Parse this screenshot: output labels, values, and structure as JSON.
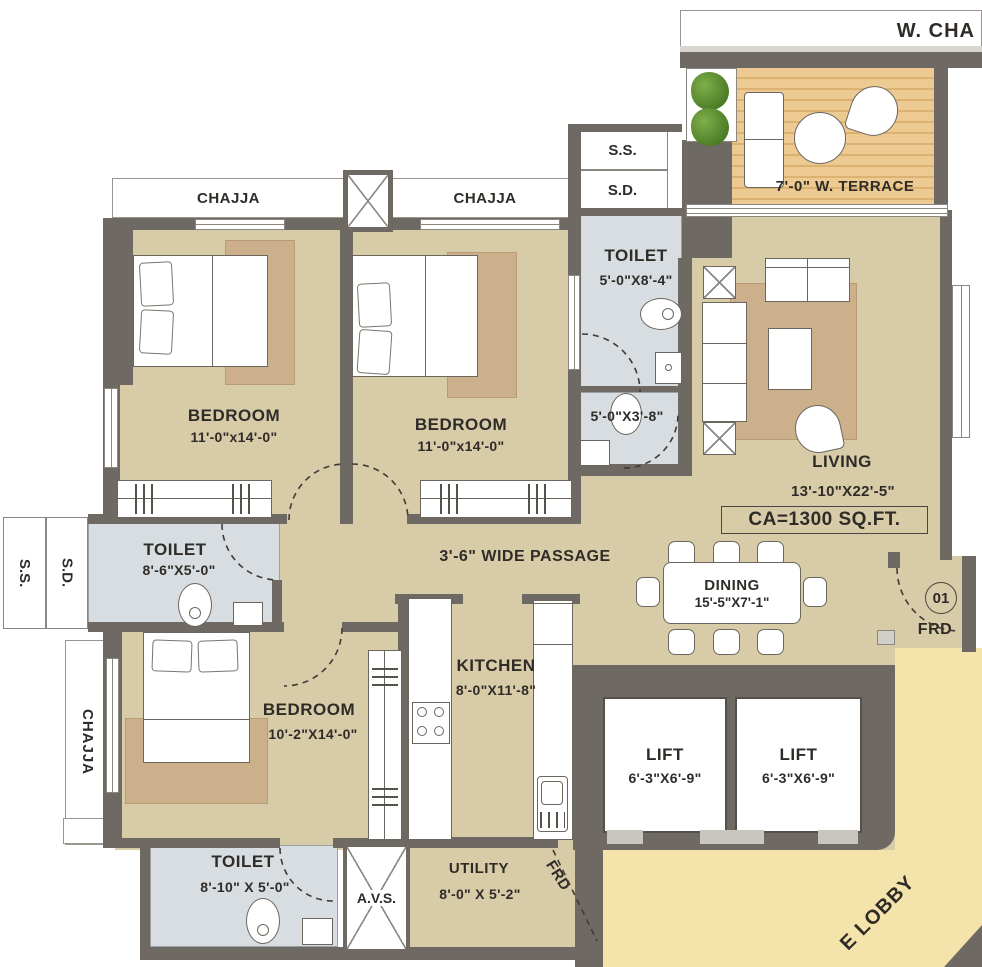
{
  "labels": {
    "w_chajja": "W. CHA",
    "chajja_band_left": "CHAJJA",
    "chajja_band_right": "CHAJJA",
    "chajja_side": "CHAJJA",
    "terrace": "7'-0\" W. TERRACE",
    "ss_top": "S.S.",
    "sd_top": "S.D.",
    "sd_left": "S.D.",
    "ss_left": "S.S.",
    "passage": "3'-6\" WIDE PASSAGE",
    "area_box": "CA=1300 SQ.FT.",
    "door_number": "01",
    "frd_main": "FRD",
    "frd_utility": "FRD",
    "lobby_fragment": "E LOBBY",
    "avs": "A.V.S."
  },
  "rooms": {
    "toilet_top": {
      "name": "TOILET",
      "dims": "5'-0\"X8'-4\""
    },
    "toilet_mid": {
      "dims": "5'-0\"X3'-8\""
    },
    "toilet_left": {
      "name": "TOILET",
      "dims": "8'-6\"X5'-0\""
    },
    "toilet_bottom": {
      "name": "TOILET",
      "dims": "8'-10\" X 5'-0\""
    },
    "bedroom1": {
      "name": "BEDROOM",
      "dims": "11'-0\"x14'-0\""
    },
    "bedroom2": {
      "name": "BEDROOM",
      "dims": "11'-0\"x14'-0\""
    },
    "bedroom3": {
      "name": "BEDROOM",
      "dims": "10'-2\"X14'-0\""
    },
    "living": {
      "name": "LIVING",
      "dims": "13'-10\"X22'-5\""
    },
    "dining": {
      "name": "DINING",
      "dims": "15'-5\"X7'-1\""
    },
    "kitchen": {
      "name": "KITCHEN",
      "dims": "8'-0\"X11'-8\""
    },
    "utility": {
      "name": "UTILITY",
      "dims": "8'-0\" X 5'-2\""
    },
    "lift1": {
      "name": "LIFT",
      "dims": "6'-3\"X6'-9\""
    },
    "lift2": {
      "name": "LIFT",
      "dims": "6'-3\"X6'-9\""
    }
  },
  "colors": {
    "wall": "#6e6a63",
    "floor": "#d8cba8",
    "toilet_floor": "#d7dde0",
    "terrace_wood": "#ecca92",
    "lobby": "#f4e3ab",
    "rug": "#cbb08b"
  }
}
